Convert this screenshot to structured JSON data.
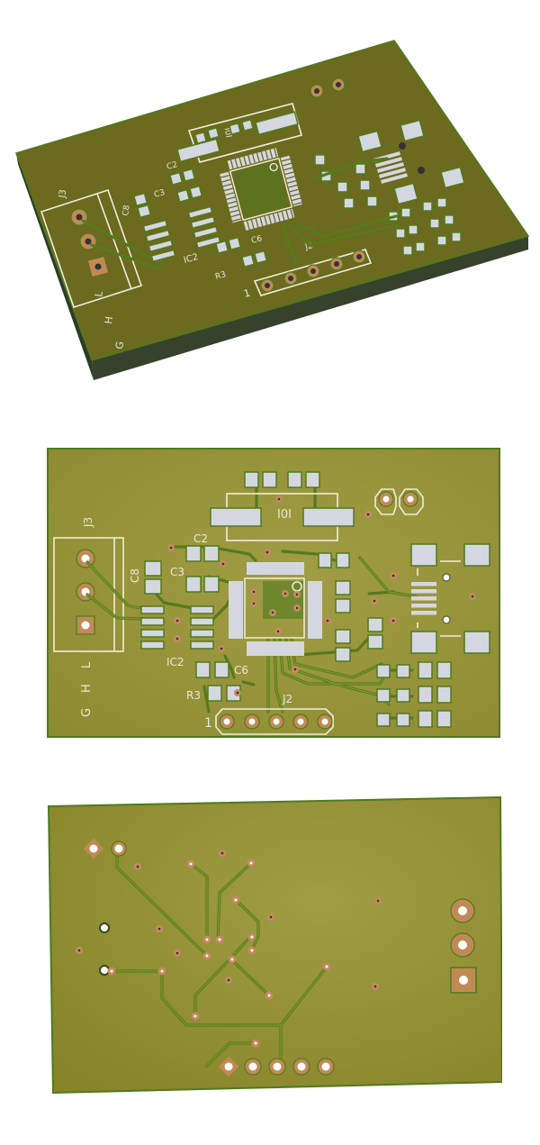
{
  "views": [
    {
      "id": "perspective",
      "label": "3D perspective view (top side)"
    },
    {
      "id": "top",
      "label": "Top view"
    },
    {
      "id": "bottom",
      "label": "Bottom view"
    }
  ],
  "board": {
    "colors": {
      "soldermask": "#8f8c2e",
      "soldermask_light": "#a19d45",
      "edge": "#4f7a1e",
      "side": "#3a4a2a",
      "copper": "#c08a55",
      "pad": "#d5d7e0",
      "silkscreen": "#eeeedc",
      "trace": "#567a1e"
    }
  },
  "silkscreen": {
    "j3": "J3",
    "j2": "J2",
    "ic2": "IC2",
    "c2": "C2",
    "c3": "C3",
    "c6": "C6",
    "c8": "C8",
    "r3": "R3",
    "pin1": "1",
    "crystal_mark": "I0I",
    "terminal_l": "L",
    "terminal_h": "H",
    "terminal_g": "G"
  }
}
